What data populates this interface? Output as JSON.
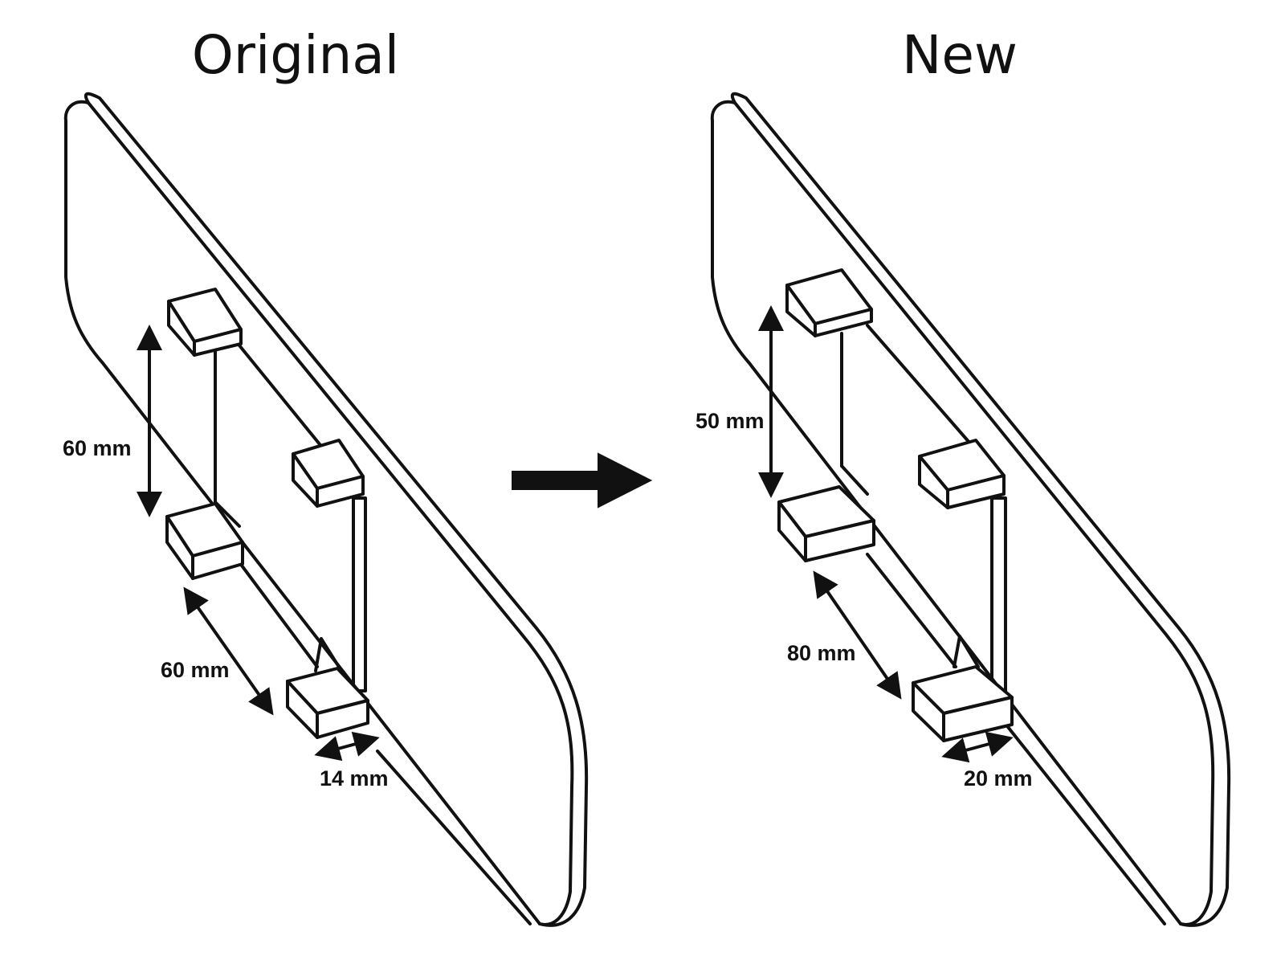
{
  "panels": [
    {
      "title": "Original",
      "dimensions": {
        "vertical": "60 mm",
        "diagonal": "60 mm",
        "width": "14 mm"
      }
    },
    {
      "title": "New",
      "dimensions": {
        "vertical": "50 mm",
        "diagonal": "80 mm",
        "width": "20 mm"
      }
    }
  ],
  "colors": {
    "line": "#111111",
    "background": "#ffffff"
  },
  "icons": {
    "transition": "right-arrow-icon"
  }
}
